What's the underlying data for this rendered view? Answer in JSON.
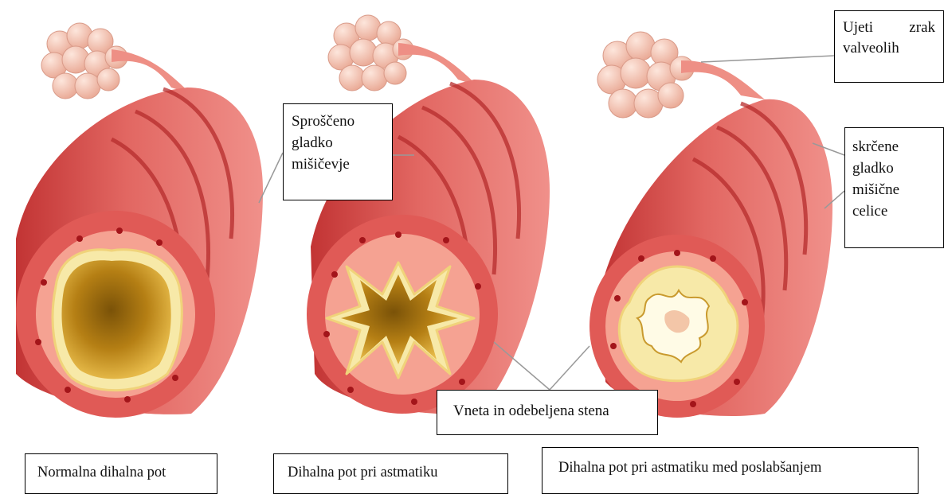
{
  "labels": {
    "relaxed_muscle": [
      "Sproščeno",
      "gladko",
      "mišičevje"
    ],
    "trapped_air": [
      "Ujeti zrak",
      "valveolih"
    ],
    "contracted_muscle": [
      "skrčene",
      "gladko",
      "mišične",
      "celice"
    ],
    "inflamed_wall": "Vneta in odebeljena stena"
  },
  "captions": {
    "normal": "Normalna dihalna pot",
    "asthma": "Dihalna pot pri astmatiku",
    "attack": "Dihalna pot pri astmatiku med poslabšanjem"
  },
  "colors": {
    "airway_red": "#dc4c4c",
    "airway_light": "#f08a86",
    "ring_pink": "#f5a292",
    "mucosa_yellow": "#f7e9a8",
    "lumen_gold": "#c98f22",
    "alveoli": "#f4c4b4",
    "leader_line": "#999999"
  }
}
